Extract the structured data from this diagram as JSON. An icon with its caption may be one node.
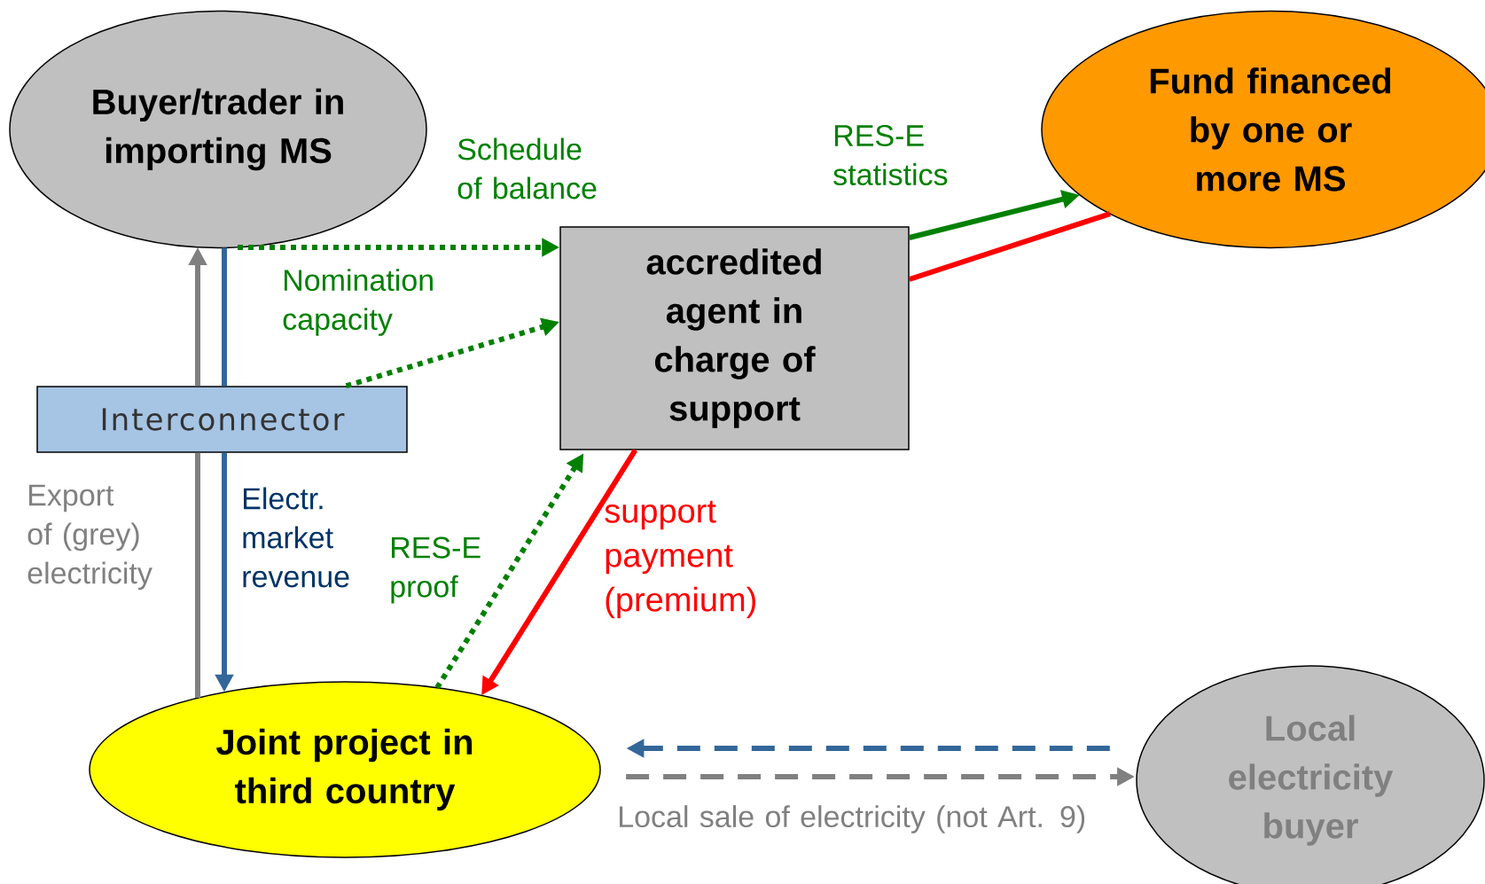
{
  "diagram": {
    "nodes": [
      {
        "text": [
          "Buyer/trader in importing MS"
        ]
      },
      {
        "text": [
          "Fund financed by one or more MS"
        ]
      },
      {
        "text": [
          "accredited agent in charge of support"
        ]
      },
      {
        "text": [
          "Interconnector"
        ]
      },
      {
        "text": [
          "Joint project in third country"
        ]
      },
      {
        "text": [
          "Local electricity buyer"
        ]
      }
    ],
    "edges": [
      {
        "from": 0,
        "to": 2,
        "arrow": "to",
        "label": "Schedule of balance",
        "style": "dashed",
        "color": "#008000"
      },
      {
        "from": 3,
        "to": 2,
        "arrow": "to",
        "label": "Nomination capacity",
        "style": "dashed",
        "color": "#008000"
      },
      {
        "from": 4,
        "to": 2,
        "arrow": "to",
        "label": "RES-E proof",
        "style": "dashed",
        "color": "#008000"
      },
      {
        "from": 2,
        "to": 4,
        "arrow": "to",
        "label": "support payment (premium)",
        "color": "#ff0000"
      },
      {
        "from": 2,
        "to": 1,
        "arrow": "to",
        "label": "RES-E statistics",
        "color": "#008000"
      },
      {
        "from": 1,
        "to": 2,
        "arrow": "none",
        "color": "#ff0000"
      },
      {
        "from": 5,
        "to": 4,
        "arrow": "to",
        "style": "dashed",
        "color": "#336699"
      },
      {
        "from": 4,
        "to": 5,
        "arrow": "to",
        "label": "Local sale of electricity (not Art. 9)",
        "style": "dashed",
        "color": "#808080"
      },
      {
        "from": 4,
        "to": 3,
        "arrow": "none",
        "label": "Export of (grey) electricity",
        "color": "#808080"
      },
      {
        "from": 3,
        "to": 0,
        "arrow": "to",
        "color": "#808080"
      },
      {
        "from": 0,
        "to": 3,
        "arrow": "none",
        "color": "#336699"
      },
      {
        "from": 3,
        "to": 4,
        "arrow": "to",
        "label": "Electr. market revenue",
        "color": "#336699"
      }
    ]
  }
}
